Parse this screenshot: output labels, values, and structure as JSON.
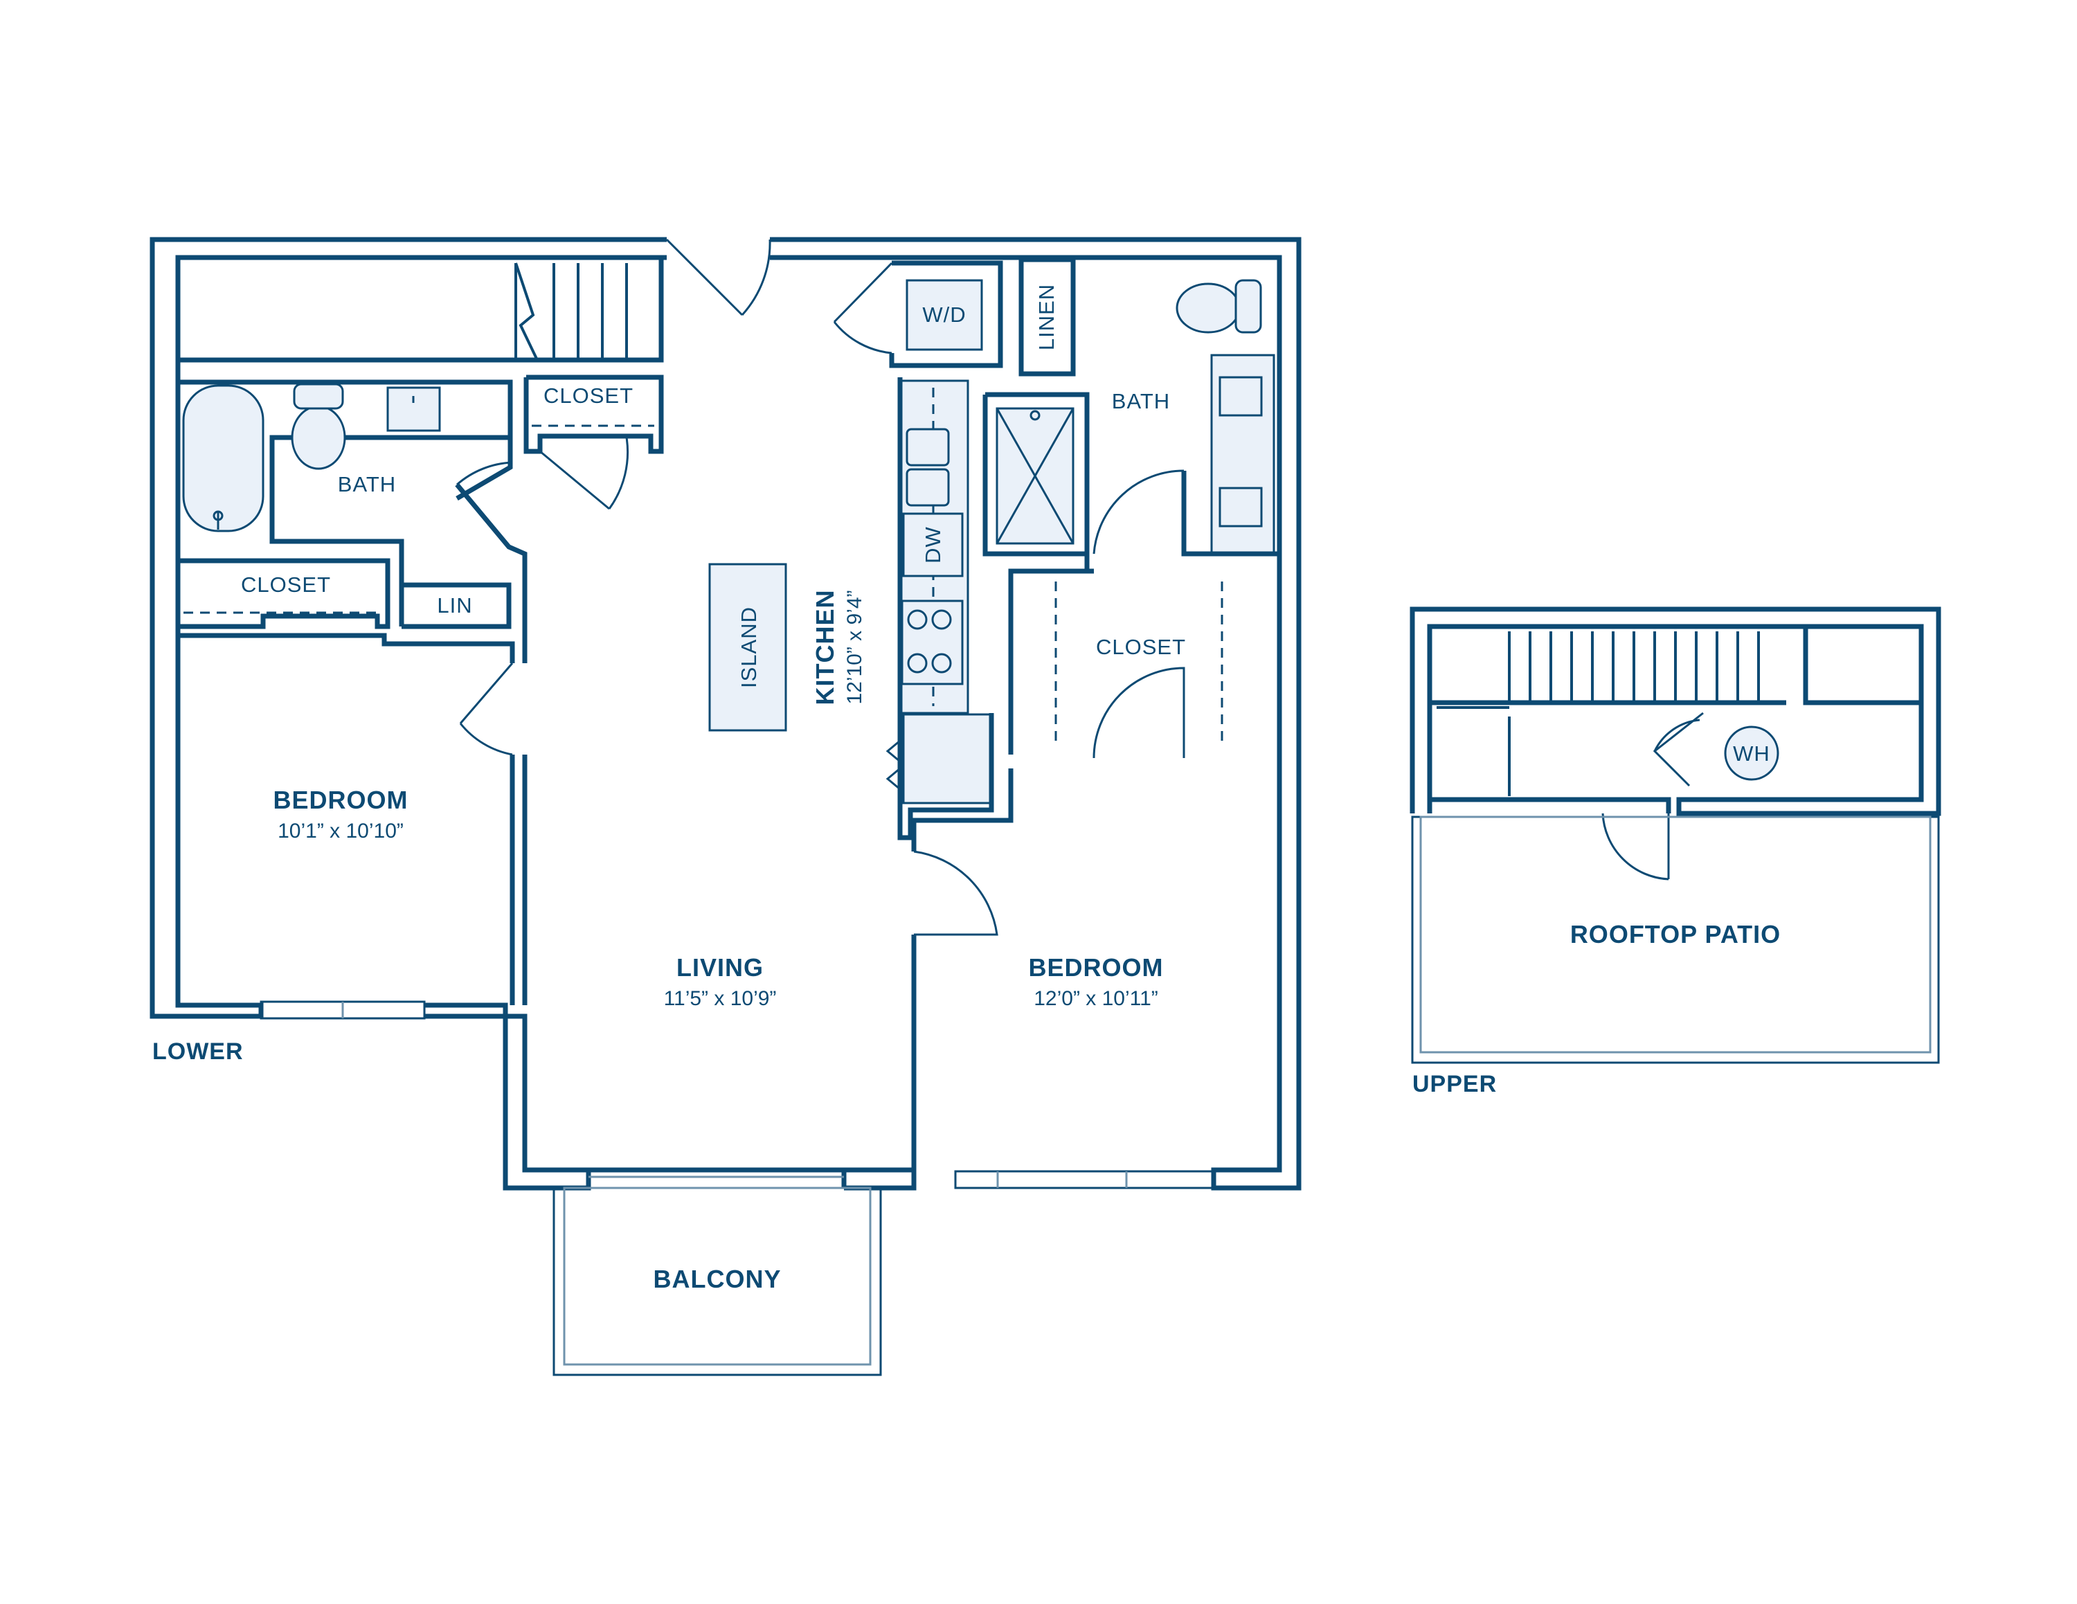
{
  "levels": {
    "lower": "LOWER",
    "upper": "UPPER"
  },
  "rooms": {
    "bedroom_left": {
      "name": "BEDROOM",
      "dim": "10’1” x 10’10”"
    },
    "living": {
      "name": "LIVING",
      "dim": "11’5” x 10’9”"
    },
    "bedroom_right": {
      "name": "BEDROOM",
      "dim": "12’0” x 10’11”"
    },
    "kitchen": {
      "name": "KITCHEN",
      "dim": "12’10” x 9’4”"
    },
    "balcony": {
      "name": "BALCONY"
    },
    "rooftop": {
      "name": "ROOFTOP PATIO"
    }
  },
  "labels": {
    "bath_left": "BATH",
    "bath_right": "BATH",
    "closet_top": "CLOSET",
    "closet_left": "CLOSET",
    "closet_right": "CLOSET",
    "lin": "LIN",
    "linen": "LINEN",
    "wd": "W/D",
    "dw": "DW",
    "island": "ISLAND",
    "wh": "WH"
  },
  "colors": {
    "wall": "#0d4a73",
    "fixture_fill": "#eaf1f9",
    "rail": "#6f93ad"
  }
}
